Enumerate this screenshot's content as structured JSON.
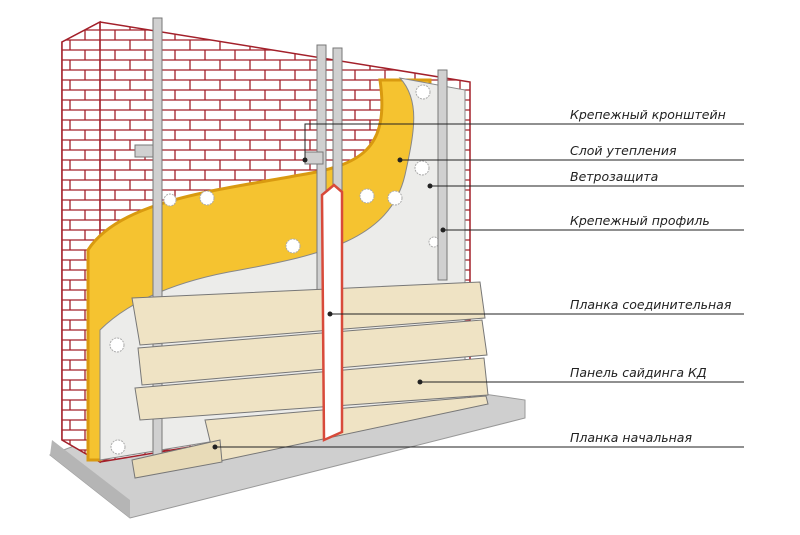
{
  "title": "Схема монтажа сайдинга",
  "labels": [
    {
      "id": "bracket",
      "text": "Крепежный кронштейн"
    },
    {
      "id": "insulation",
      "text": "Слой утепления"
    },
    {
      "id": "windproof",
      "text": "Ветрозащита"
    },
    {
      "id": "profile",
      "text": "Крепежный профиль"
    },
    {
      "id": "joint-strip",
      "text": "Планка соединительная"
    },
    {
      "id": "siding-panel",
      "text": "Панель сайдинга КД"
    },
    {
      "id": "start-strip",
      "text": "Планка начальная"
    }
  ],
  "colors": {
    "brick": "#a3202a",
    "insulation": "#f5c330",
    "insulation_edge": "#d99a10",
    "windproof": "#ececea",
    "siding": "#efe3c4",
    "profile": "#c9c9c9",
    "base": "#cfcfcf",
    "joint": "#d84a3a"
  }
}
